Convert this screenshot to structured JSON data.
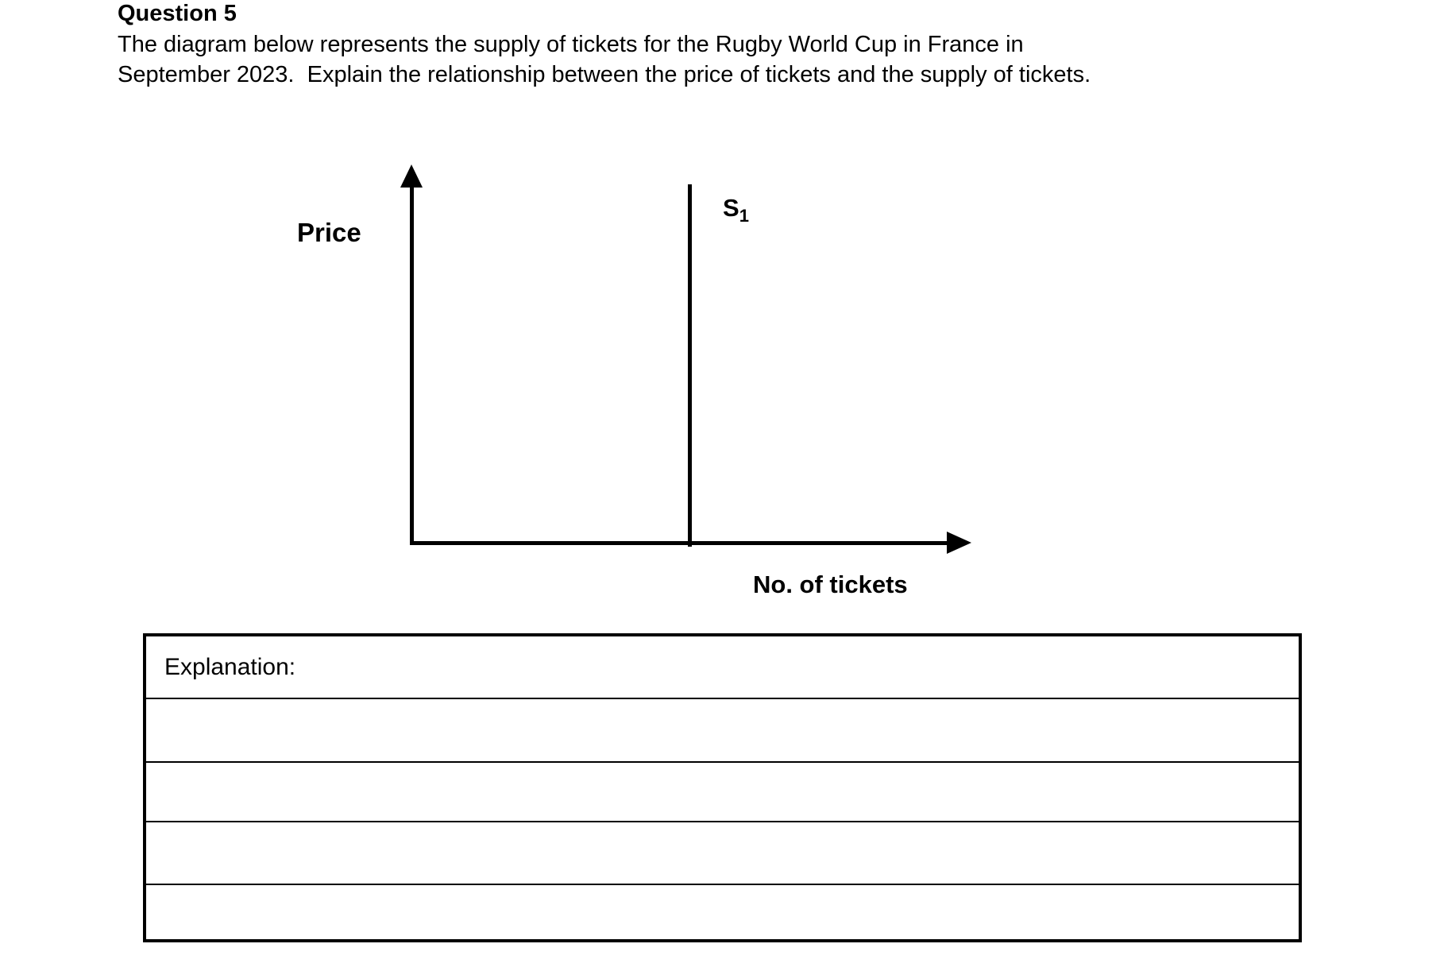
{
  "document": {
    "question_number": "Question 5",
    "question_text_line1": "The diagram below represents the supply of tickets for the Rugby World Cup in France in",
    "question_text_line2": "September 2023.  Explain the relationship between the price of tickets and the supply of tickets."
  },
  "diagram": {
    "y_axis_label": "Price",
    "x_axis_label": "No. of tickets",
    "supply_curve_label": "S",
    "supply_curve_label_subscript": "1"
  },
  "answer_box": {
    "label": "Explanation:",
    "blank_row_count": 4
  },
  "chart_data": {
    "type": "line",
    "title": "",
    "xlabel": "No. of tickets",
    "ylabel": "Price",
    "grid": false,
    "axis_ticks": "none",
    "series": [
      {
        "name": "S1",
        "shape": "vertical-line",
        "description": "Perfectly inelastic (vertical) supply curve: quantity of tickets is fixed at the same level for every price",
        "x": [
          0.5,
          0.5
        ],
        "y": [
          0,
          0.96
        ]
      }
    ],
    "legend_position": "label-at-top-of-curve"
  },
  "colors": {
    "background": "#ffffff",
    "ink": "#000000"
  }
}
